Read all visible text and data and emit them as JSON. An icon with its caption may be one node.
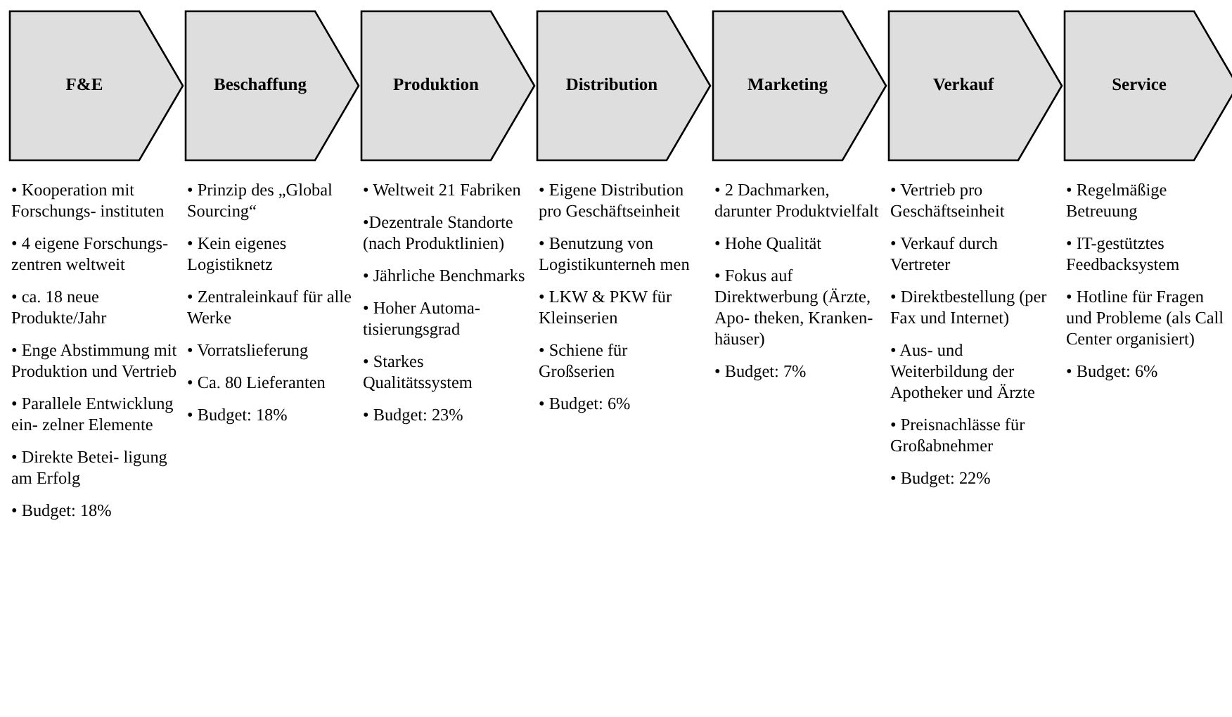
{
  "diagram": {
    "nodes": [
      {
        "text": [
          "F&E"
        ],
        "beside": [
          "• Kooperation mit Forschungs- instituten",
          "• 4 eigene Forschungs- zentren weltweit",
          "• ca. 18 neue Produkte/Jahr",
          "• Enge Abstimmung mit Produktion und Vertrieb",
          "• Parallele Entwicklung ein- zelner Elemente",
          "• Direkte Betei- ligung am Erfolg",
          "• Budget: 18%"
        ]
      },
      {
        "text": [
          "Beschaffung"
        ],
        "beside": [
          "• Prinzip des „Global Sourcing“",
          "• Kein eigenes Logistiknetz",
          "• Zentraleinkauf für alle Werke",
          "• Vorratslieferung",
          "• Ca. 80 Lieferanten",
          "• Budget: 18%"
        ]
      },
      {
        "text": [
          "Produktion"
        ],
        "beside": [
          "• Weltweit 21 Fabriken",
          "•Dezentrale Standorte (nach Produktlinien)",
          "• Jährliche Benchmarks",
          "• Hoher Automa- tisierungsgrad",
          "• Starkes Qualitätssystem",
          "• Budget: 23%"
        ]
      },
      {
        "text": [
          "Distribution"
        ],
        "beside": [
          "• Eigene Distribution pro Geschäftseinheit",
          "• Benutzung von Logistikunterneh men",
          "• LKW & PKW für Kleinserien",
          "• Schiene für Großserien",
          "• Budget: 6%"
        ]
      },
      {
        "text": [
          "Marketing"
        ],
        "beside": [
          "• 2 Dachmarken, darunter Produktvielfalt",
          "• Hohe Qualität",
          "• Fokus auf Direktwerbung (Ärzte, Apo- theken, Kranken- häuser)",
          "• Budget: 7%"
        ]
      },
      {
        "text": [
          "Verkauf"
        ],
        "beside": [
          "• Vertrieb pro Geschäftseinheit",
          "• Verkauf durch Vertreter",
          "• Direktbestellung (per Fax und Internet)",
          "• Aus- und Weiterbildung der Apotheker und Ärzte",
          "• Preisnachlässe für Großabnehmer",
          "• Budget: 22%"
        ]
      },
      {
        "text": [
          "Service"
        ],
        "beside": [
          "• Regelmäßige Betreuung",
          "• IT-gestütztes Feedbacksystem",
          "• Hotline für Fragen und Probleme (als Call Center organisiert)",
          "• Budget: 6%"
        ]
      }
    ]
  }
}
